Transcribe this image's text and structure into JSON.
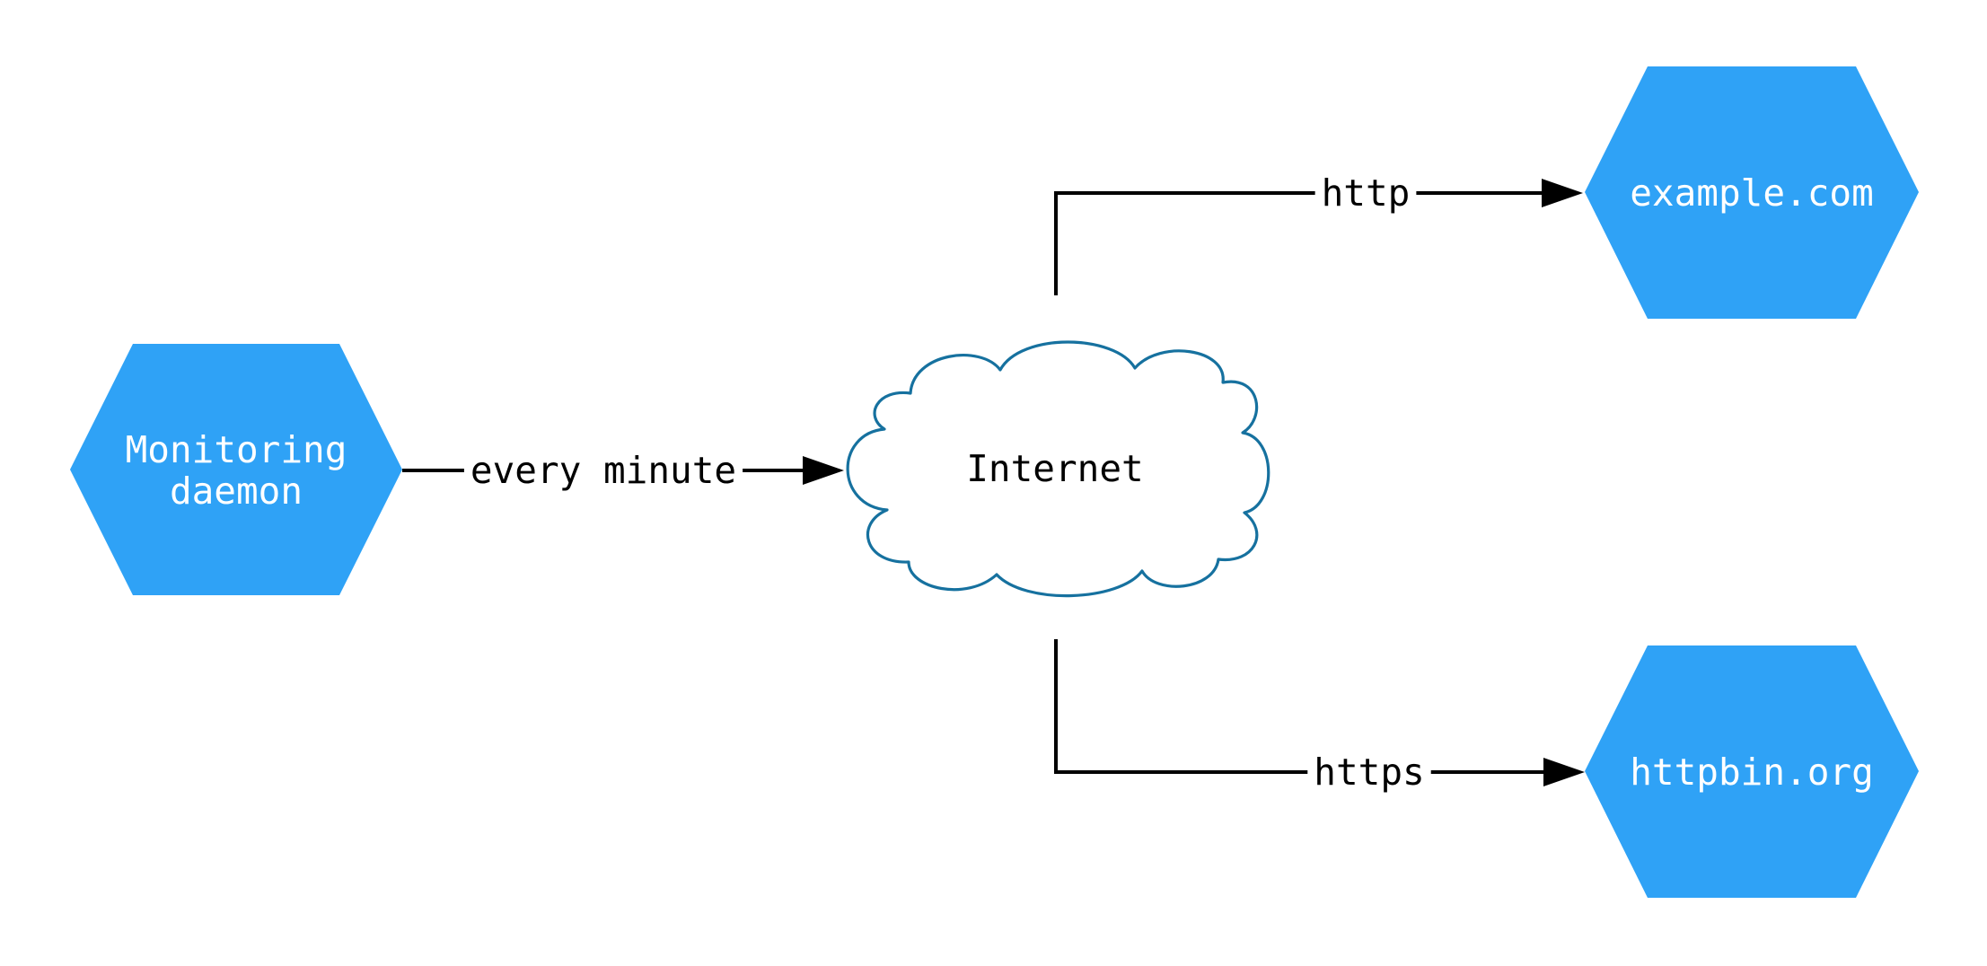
{
  "diagram": {
    "type": "network-diagram",
    "background_color": "#ffffff",
    "node_fill_color": "#2FA2F6",
    "node_text_color": "#ffffff",
    "cloud_stroke_color": "#16719F",
    "cloud_fill_color": "#ffffff",
    "edge_color": "#000000",
    "edge_label_color": "#000000",
    "nodes": {
      "monitoring_daemon": {
        "shape": "hexagon",
        "label": "Monitoring daemon",
        "label_line1": "Monitoring",
        "label_line2": "daemon"
      },
      "internet": {
        "shape": "cloud",
        "label": "Internet"
      },
      "example_com": {
        "shape": "hexagon",
        "label": "example.com"
      },
      "httpbin_org": {
        "shape": "hexagon",
        "label": "httpbin.org"
      }
    },
    "edges": {
      "monitoring_to_internet": {
        "from": "Monitoring daemon",
        "to": "Internet",
        "label": "every minute"
      },
      "internet_to_example": {
        "from": "Internet",
        "to": "example.com",
        "label": "http"
      },
      "internet_to_httpbin": {
        "from": "Internet",
        "to": "httpbin.org",
        "label": "https"
      }
    }
  }
}
